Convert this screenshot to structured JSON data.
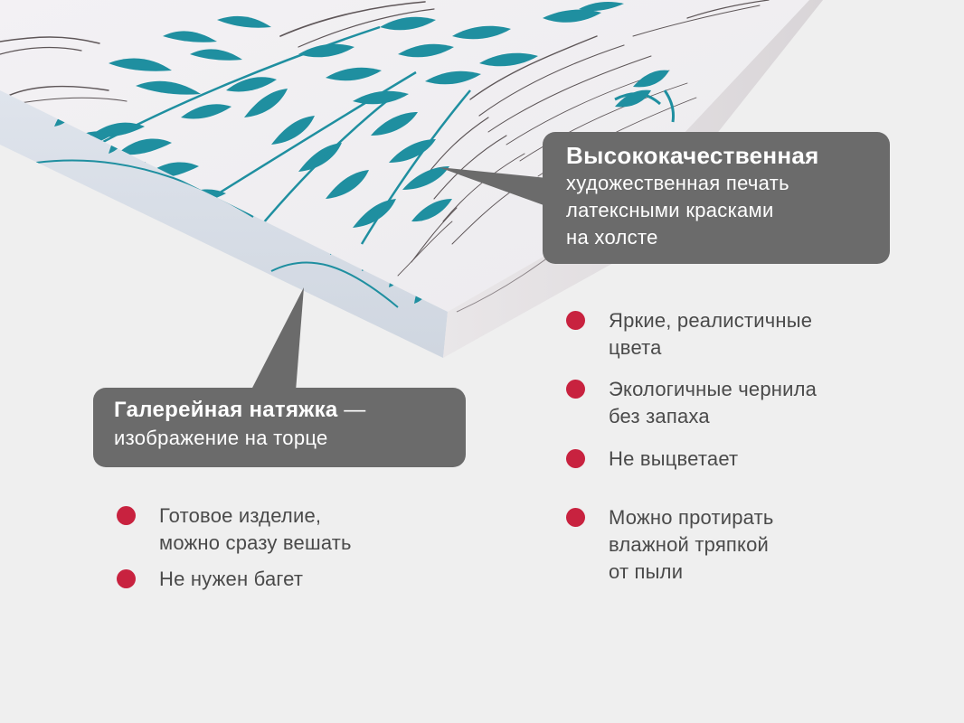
{
  "colors": {
    "background": "#efefef",
    "callout_fill": "#6b6b6b",
    "callout_text": "#ffffff",
    "bullet": "#c8223f",
    "feature_text": "#4a4a4a",
    "leaf_teal": "#1f8fa0",
    "canvas_surface": "#f4f2f4"
  },
  "icons": {
    "bullet": "red-dot-bullet-icon"
  },
  "callouts": {
    "quality": {
      "title": "Высококачественная",
      "lines": [
        "художественная печать",
        "латексными красками",
        "на холсте"
      ]
    },
    "gallery": {
      "title": "Галерейная натяжка",
      "dash": " —",
      "lines": [
        "изображение на торце"
      ]
    }
  },
  "features_right": [
    {
      "lines": [
        "Яркие, реалистичные",
        "цвета"
      ]
    },
    {
      "lines": [
        "Экологичные чернила",
        "без запаха"
      ]
    },
    {
      "lines": [
        "Не выцветает"
      ]
    },
    {
      "lines": [
        "Можно протирать",
        "влажной тряпкой",
        "от пыли"
      ]
    }
  ],
  "features_left": [
    {
      "lines": [
        "Готовое изделие,",
        "можно сразу вешать"
      ]
    },
    {
      "lines": [
        "Не нужен багет"
      ]
    }
  ]
}
